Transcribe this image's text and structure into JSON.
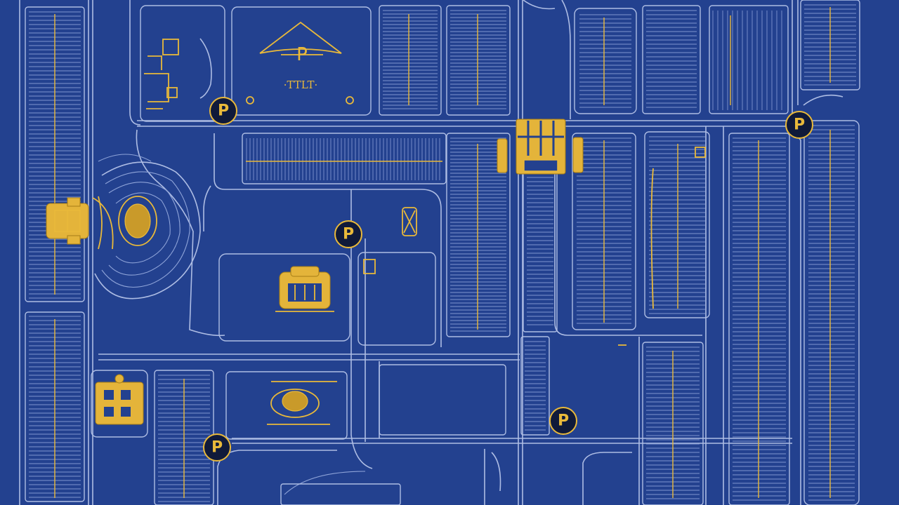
{
  "map": {
    "colors": {
      "background": "#23418f",
      "road": "#aebde4",
      "accent": "#e9b93a",
      "pin_fill": "#101a3a"
    },
    "parking_markers": [
      {
        "id": "north-center",
        "label": "P"
      },
      {
        "id": "northeast",
        "label": "P"
      },
      {
        "id": "center",
        "label": "P"
      },
      {
        "id": "southeast",
        "label": "P"
      },
      {
        "id": "southwest",
        "label": "P"
      }
    ],
    "entrance_sign": {
      "letter": "P",
      "caption": "·TTLT·"
    },
    "icons": [
      "parking-pin-icon",
      "stadium-icon",
      "building-icon",
      "gate-icon"
    ]
  }
}
